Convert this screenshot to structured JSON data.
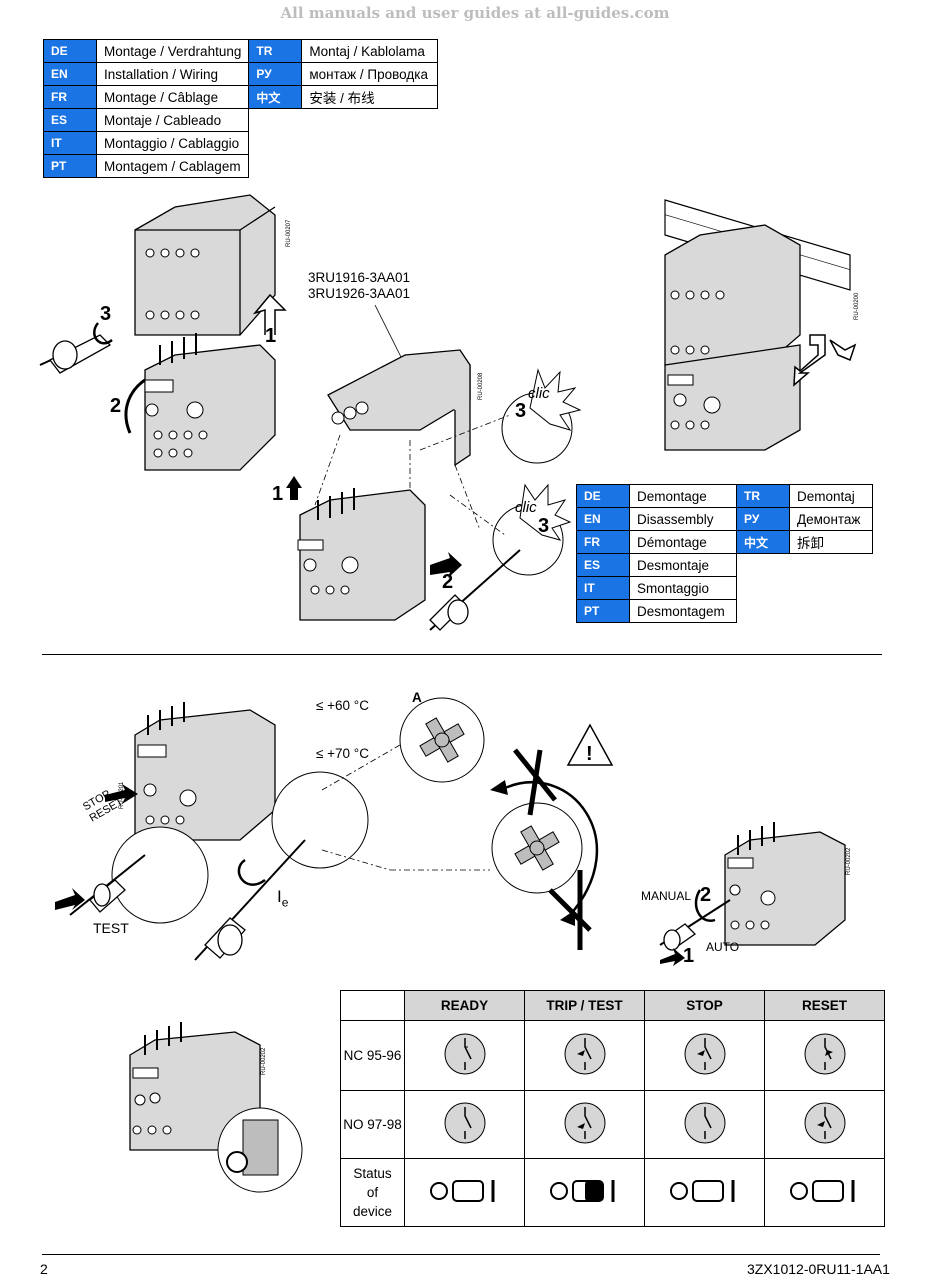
{
  "watermark": "All manuals and user guides at all-guides.com",
  "install_table": {
    "rows": [
      {
        "code": "DE",
        "text": "Montage / Verdrahtung",
        "code2": "TR",
        "text2": "Montaj / Kablolama"
      },
      {
        "code": "EN",
        "text": "Installation / Wiring",
        "code2": "РУ",
        "text2": "монтаж / Проводка"
      },
      {
        "code": "FR",
        "text": "Montage / Câblage",
        "code2": "中文",
        "text2": "安装 / 布线"
      },
      {
        "code": "ES",
        "text": "Montaje / Cableado"
      },
      {
        "code": "IT",
        "text": "Montaggio / Cablaggio"
      },
      {
        "code": "PT",
        "text": "Montagem / Cablagem"
      }
    ]
  },
  "disassembly_table": {
    "rows": [
      {
        "code": "DE",
        "text": "Demontage",
        "code2": "TR",
        "text2": "Demontaj"
      },
      {
        "code": "EN",
        "text": "Disassembly",
        "code2": "РУ",
        "text2": "Демонтаж"
      },
      {
        "code": "FR",
        "text": "Démontage",
        "code2": "中文",
        "text2": "拆卸"
      },
      {
        "code": "ES",
        "text": "Desmontaje"
      },
      {
        "code": "IT",
        "text": "Smontaggio"
      },
      {
        "code": "PT",
        "text": "Desmontagem"
      }
    ]
  },
  "figure_labels": {
    "part_number_1": "3RU1916-3AA01",
    "part_number_2": "3RU1926-3AA01",
    "clic": "clic",
    "step_1": "1",
    "step_2": "2",
    "step_3": "3",
    "temp_60": "≤ +60 °C",
    "temp_70": "≤ +70 °C",
    "mark_a": "A",
    "stop_reset": "STOP\nRESET",
    "test": "TEST",
    "current": "I",
    "current_sub": "e",
    "manual": "MANUAL",
    "auto": "AUTO",
    "warning": "!",
    "code_ru00207": "RU-00207",
    "code_ru00208": "RU-00208",
    "code_ru00200": "RU-00200",
    "code_ru00201": "RU-00201",
    "code_ru00202": "RU-00202"
  },
  "status_table": {
    "headers": [
      "READY",
      "TRIP / TEST",
      "STOP",
      "RESET"
    ],
    "row_labels": [
      "NC 95-96",
      "NO 97-98",
      "Status\nof\ndevice"
    ]
  },
  "footer": {
    "page_number": "2",
    "doc_code": "3ZX1012-0RU11-1AA1"
  }
}
